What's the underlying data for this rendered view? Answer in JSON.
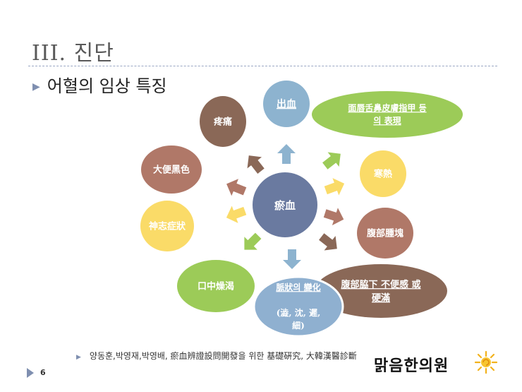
{
  "slide": {
    "title": "III. 진단",
    "bullet": "어혈의 임상 특징",
    "reference": "양동훈,박영재,박영배, 瘀血辨證設問開發을 위한 基礎硏究, 大韓漢醫診斷",
    "page_number": "6",
    "logo_text": "맑음한의원"
  },
  "diagram": {
    "center": "瘀血",
    "nodes": [
      {
        "label": "出血",
        "lines": [
          "出血"
        ],
        "color": "#8db3cf",
        "link": true
      },
      {
        "label": "面唇舌鼻皮膚指甲 등의 表現",
        "lines": [
          "面唇舌鼻皮膚指甲 등",
          "의 表現"
        ],
        "color": "#9ccb58",
        "link": true
      },
      {
        "label": "寒熱",
        "lines": [
          "寒熱"
        ],
        "color": "#fadb68",
        "link": false
      },
      {
        "label": "腹部腫塊",
        "lines": [
          "腹部腫塊"
        ],
        "color": "#b07868",
        "link": false
      },
      {
        "label": "腹部脇下不便感或硬滿",
        "lines": [
          "腹部脇下 不便感 或",
          "硬滿"
        ],
        "color": "#8a6857",
        "link": true
      },
      {
        "label": "脈狀의 變化 (澁,沈,遲,細)",
        "lines": [
          "脈狀의 變化",
          "",
          "(澁, 沈, 遲,",
          "細)"
        ],
        "color": "#8fb0d0",
        "link": true
      },
      {
        "label": "口中燥渴",
        "lines": [
          "口中燥渴"
        ],
        "color": "#9ccb58",
        "link": false
      },
      {
        "label": "神志症狀",
        "lines": [
          "神志症狀"
        ],
        "color": "#fadb68",
        "link": false
      },
      {
        "label": "大便黑色",
        "lines": [
          "大便黑色"
        ],
        "color": "#b07868",
        "link": false
      },
      {
        "label": "疼痛",
        "lines": [
          "疼痛"
        ],
        "color": "#8a6857",
        "link": false
      }
    ]
  },
  "colors": {
    "center": "#6a7aa0",
    "blue": "#8db3cf",
    "green": "#9ccb58",
    "yellow": "#fadb68",
    "rose": "#b07868",
    "brown": "#8a6857",
    "accent": "#7f8fb0"
  }
}
